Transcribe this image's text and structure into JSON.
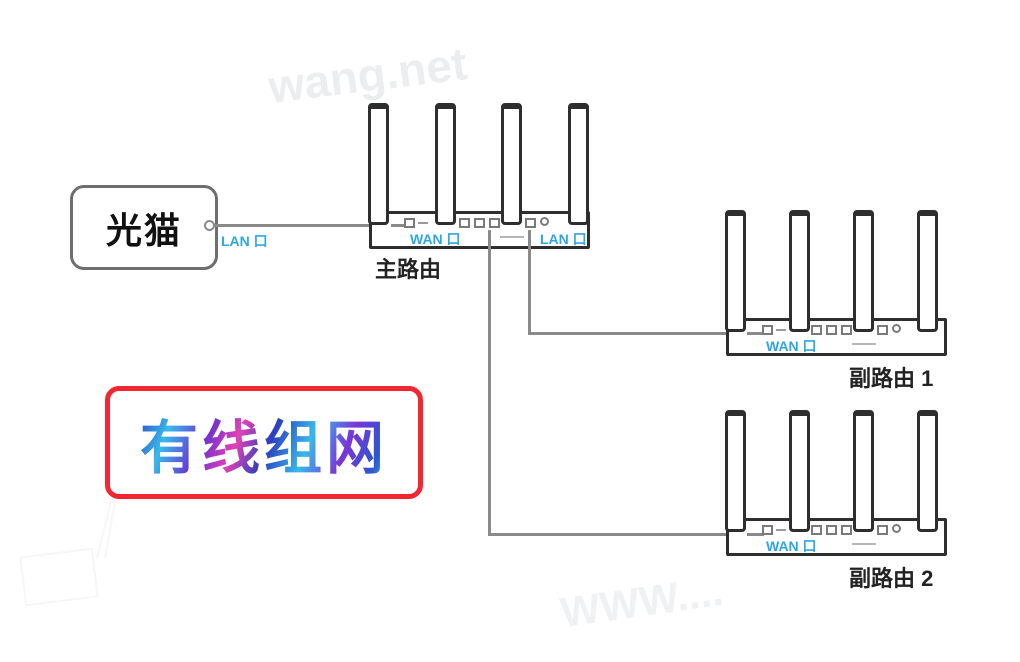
{
  "badge": {
    "label": "有线组网"
  },
  "modem": {
    "label": "光猫",
    "port_label": "LAN 口"
  },
  "routers": {
    "main": {
      "caption": "主路由",
      "wan_label": "WAN 口",
      "lan_label": "LAN 口"
    },
    "sub1": {
      "caption": "副路由 1",
      "wan_label": "WAN 口"
    },
    "sub2": {
      "caption": "副路由 2",
      "wan_label": "WAN 口"
    }
  },
  "watermarks": {
    "top": "wang.net",
    "bottom": "WWW...."
  },
  "colors": {
    "outline": "#2e2e2e",
    "cable": "#8a8a8a",
    "port_label_blue": "#2ea7e0",
    "badge_border_red": "#f4262f"
  }
}
